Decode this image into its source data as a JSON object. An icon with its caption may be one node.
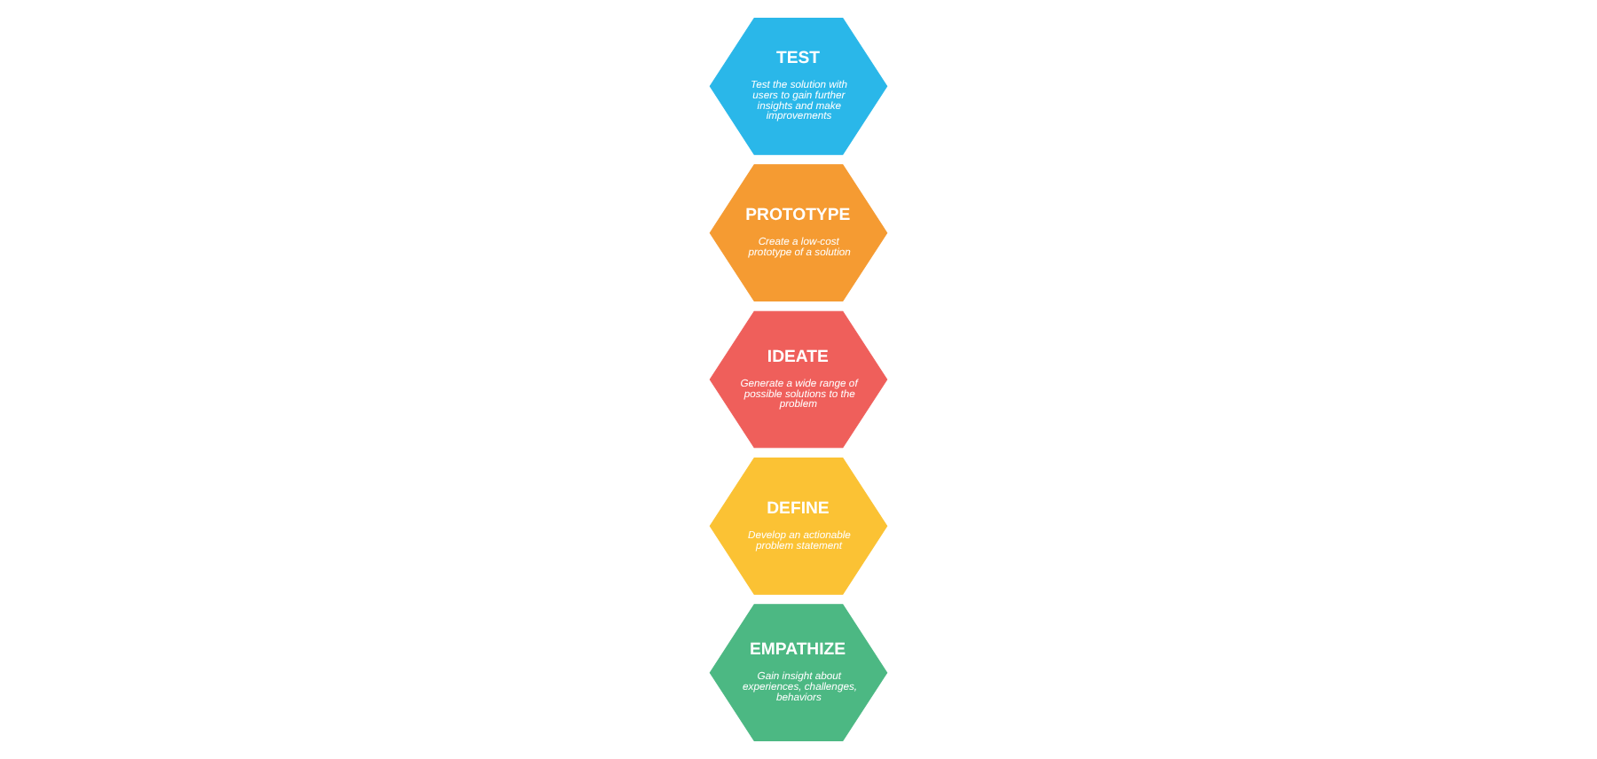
{
  "diagram": {
    "nodes": [
      {
        "text": [
          "EMPATHIZE",
          "Gain insight about experiences, challenges, behaviors"
        ]
      },
      {
        "text": [
          "DEFINE",
          "Develop an actionable problem statement"
        ]
      },
      {
        "text": [
          "IDEATE",
          "Generate a wide range of possible solutions to the problem"
        ]
      },
      {
        "text": [
          "PROTOTYPE",
          "Create a low-cost prototype of a solution"
        ]
      },
      {
        "text": [
          "TEST",
          "Test the solution with users to gain further insights and make improvements"
        ]
      }
    ]
  }
}
